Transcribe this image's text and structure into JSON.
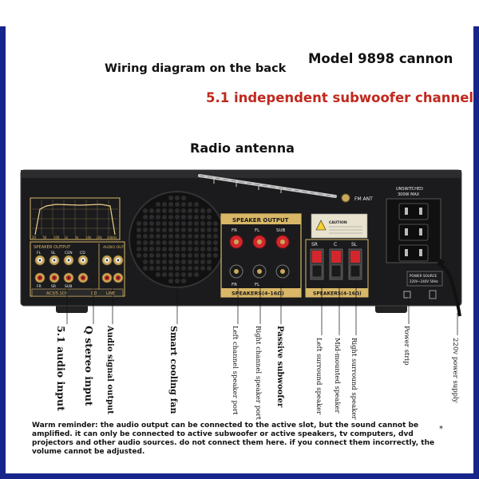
{
  "header": {
    "wiring_title": "Wiring diagram on the back",
    "model": "Model 9898 cannon",
    "feature": "5.1 independent subwoofer channel",
    "antenna": "Radio antenna"
  },
  "panel": {
    "fm_ant": "FM ANT",
    "unswitched_line1": "UNSWITCHED",
    "unswitched_line2": "300W MAX",
    "speaker_output_label": "SPEAKER OUTPUT",
    "speaker_output_small": "SPEAKER OUTPUT",
    "audio_out": "AUDIO OUT",
    "speakers_impedance_mid": "SPEAKERS(4-16Ω)",
    "speakers_impedance_right": "SPEAKERS(4-16Ω)",
    "ac3_label": "AC3/5.1CH",
    "cd_label": "CD",
    "line_label": "LINE",
    "small_top_row": [
      "FL",
      "SL",
      "CEN",
      "CD"
    ],
    "small_bottom_row": [
      "FR",
      "SR",
      "SUB"
    ],
    "mid_top_row": [
      "FR",
      "FL",
      "SUB"
    ],
    "mid_bottom_row": [
      "FR",
      "FL"
    ],
    "right_top_row": [
      "SR",
      "C",
      "SL"
    ],
    "caution_label": "CAUTION",
    "power_source_line1": "POWER SOURCE",
    "power_source_line2": "220V~240V 50Hz",
    "graph_axis": [
      "20",
      "50",
      "100",
      "1k",
      "5k",
      "10k",
      "20k",
      "30kHz"
    ]
  },
  "labels": [
    {
      "id": "audio-input-51",
      "text": "5.1 audio input",
      "style": "bold"
    },
    {
      "id": "q-stereo-input",
      "text": "Q stereo input",
      "style": "bold"
    },
    {
      "id": "audio-signal-output",
      "text": "Audio signal output",
      "style": "bold-small"
    },
    {
      "id": "smart-cooling-fan",
      "text": "Smart cooling fan",
      "style": "bold-mid"
    },
    {
      "id": "left-channel-speaker-port",
      "text": "Left channel speaker port",
      "style": "small"
    },
    {
      "id": "right-channel-speaker-port",
      "text": "Right channel speaker port",
      "style": "small"
    },
    {
      "id": "passive-subwoofer",
      "text": "Passive subwoofer",
      "style": "bold-small"
    },
    {
      "id": "left-surround-speaker",
      "text": "Left surround speaker",
      "style": "small"
    },
    {
      "id": "mid-mounted-speaker",
      "text": "Mid-mounted speaker",
      "style": "small"
    },
    {
      "id": "right-surround-speaker",
      "text": "Right surround speaker",
      "style": "small"
    },
    {
      "id": "power-strip",
      "text": "Power strip",
      "style": "small"
    },
    {
      "id": "power-supply-220v",
      "text": "220v power supply",
      "style": "small"
    }
  ],
  "warning": "Warm reminder: the audio output can be connected to the active slot, but the sound cannot be amplified. it can only be connected to active subwoofer or active speakers, tv computers, dvd projectors and other audio sources. do not connect them here. if you connect them incorrectly, the volume cannot be adjusted.",
  "colors": {
    "frame": "#16258c",
    "accent_red": "#c0281e",
    "panel": "#1b1b1d",
    "gold": "#d8b766"
  }
}
